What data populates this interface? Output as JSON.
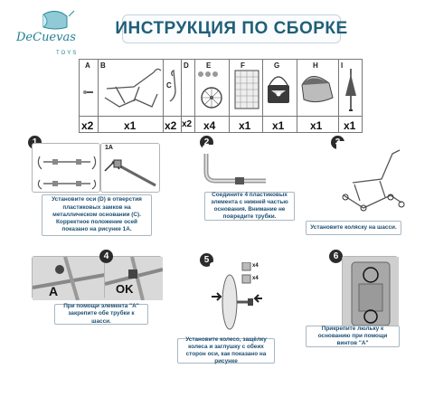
{
  "logo": {
    "brand": "DeCuevas",
    "sub": "TOYS"
  },
  "title": "ИНСТРУКЦИЯ ПО СБОРКЕ",
  "parts": [
    {
      "letter": "A",
      "qty": "x2"
    },
    {
      "letter": "B",
      "qty": "x1"
    },
    {
      "letter": "C",
      "qty": "x2"
    },
    {
      "letter": "D",
      "qty": "x2"
    },
    {
      "letter": "E",
      "qty": "x4"
    },
    {
      "letter": "F",
      "qty": "x1"
    },
    {
      "letter": "G",
      "qty": "x1"
    },
    {
      "letter": "H",
      "qty": "x1"
    },
    {
      "letter": "I",
      "qty": "x1"
    }
  ],
  "steps": {
    "s1": {
      "num": "1",
      "tag": "1A",
      "text": "Установите оси (D) в отверстия пластиковых замков на металлическом основании (С). Корректное положение осей показано на рисунке 1А."
    },
    "s2": {
      "num": "2",
      "text": "Соедините 4 пластиковых элемента с нижней частью основания. Внимание не повредите трубки."
    },
    "s3": {
      "num": "3",
      "text": "Установите коляску на шасси."
    },
    "s4": {
      "num": "4",
      "tag_a": "A",
      "tag_ok": "OK",
      "text": "При помощи элемента \"А\" закрепите обе трубки к шасси."
    },
    "s5": {
      "num": "5",
      "x4a": "x4",
      "x4b": "x4",
      "text": "Установите колесо, защёлку колеса и заглушку с обеих сторон оси, как показано на рисунке"
    },
    "s6": {
      "num": "6",
      "text": "Прикрепите люльку к основанию при помощи винтов \"А\""
    }
  }
}
